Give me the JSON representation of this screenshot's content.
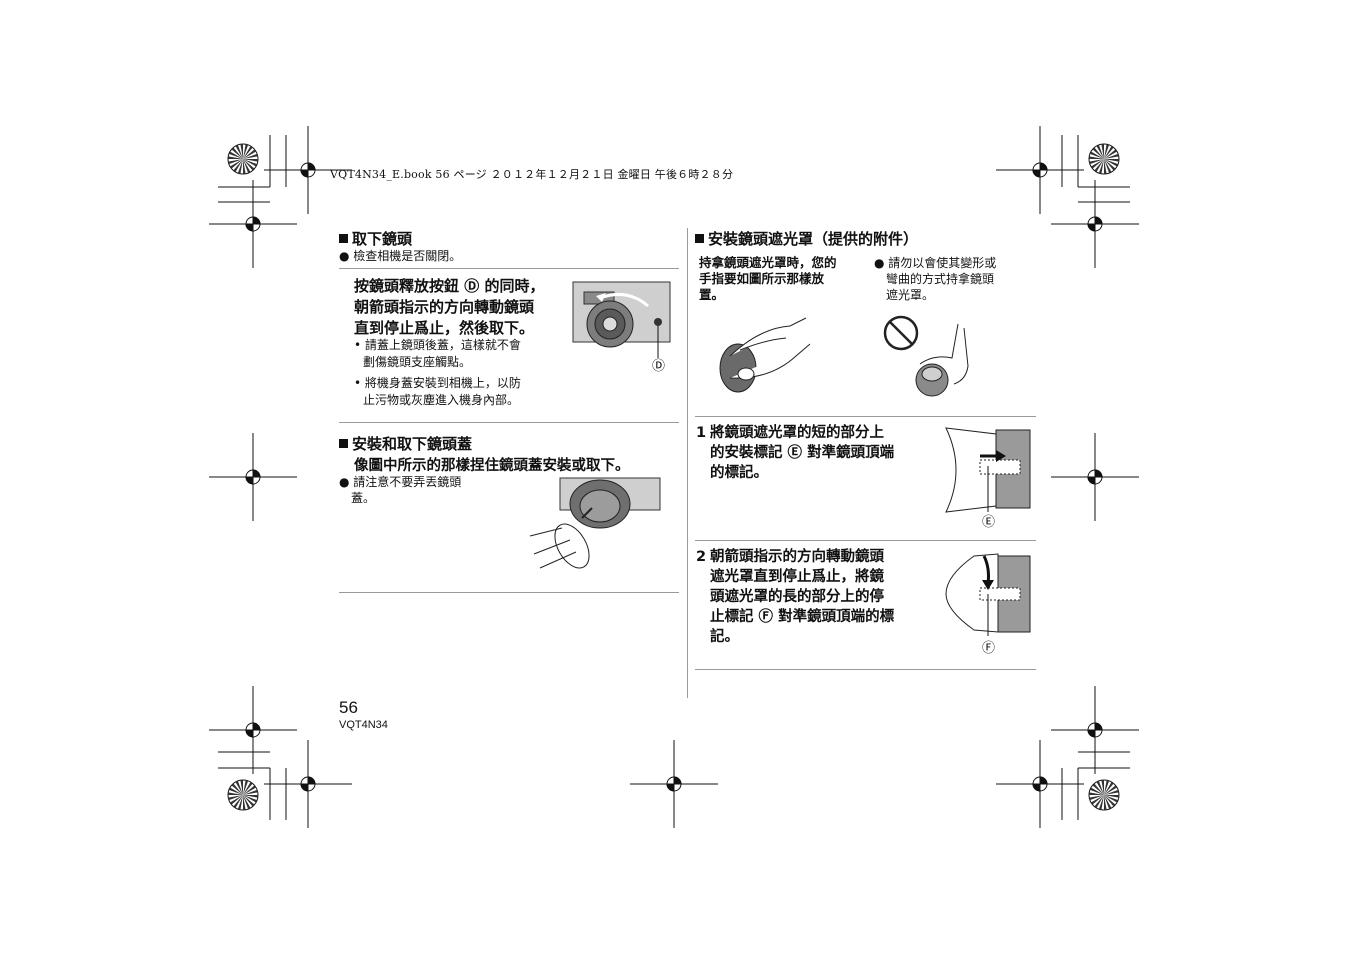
{
  "header": {
    "file_line": "VQT4N34_E.book  56 ページ  ２０１２年１２月２１日  金曜日  午後６時２８分"
  },
  "left": {
    "section1": {
      "title": "取下鏡頭",
      "bullet": "檢查相機是否關閉。",
      "step_lines": [
        "按鏡頭釋放按鈕 Ⓓ 的同時，",
        "朝箭頭指示的方向轉動鏡頭",
        "直到停止爲止，然後取下。"
      ],
      "notes": [
        [
          "請蓋上鏡頭後蓋，這樣就不會",
          "劃傷鏡頭支座觸點。"
        ],
        [
          "將機身蓋安裝到相機上，以防",
          "止污物或灰塵進入機身內部。"
        ]
      ],
      "callout": "Ⓓ"
    },
    "section2": {
      "title": "安裝和取下鏡頭蓋",
      "intro": "像圖中所示的那樣捏住鏡頭蓋安裝或取下。",
      "bullet_lines": [
        "請注意不要弄丟鏡頭",
        "蓋。"
      ]
    }
  },
  "right": {
    "section": {
      "title": "安裝鏡頭遮光罩（提供的附件）",
      "hold_text": [
        "持拿鏡頭遮光罩時，您的",
        "手指要如圖所示那樣放",
        "置。"
      ],
      "warn_bullet": [
        "請勿以會使其變形或",
        "彎曲的方式持拿鏡頭",
        "遮光罩。"
      ],
      "step1": {
        "num": "1",
        "lines": [
          "將鏡頭遮光罩的短的部分上",
          "的安裝標記 Ⓔ 對準鏡頭頂端",
          "的標記。"
        ],
        "callout": "Ⓔ"
      },
      "step2": {
        "num": "2",
        "lines": [
          "朝箭頭指示的方向轉動鏡頭",
          "遮光罩直到停止爲止，將鏡",
          "頭遮光罩的長的部分上的停",
          "止標記 Ⓕ 對準鏡頭頂端的標",
          "記。"
        ],
        "callout": "Ⓕ"
      }
    }
  },
  "footer": {
    "page_number": "56",
    "code": "VQT4N34"
  }
}
